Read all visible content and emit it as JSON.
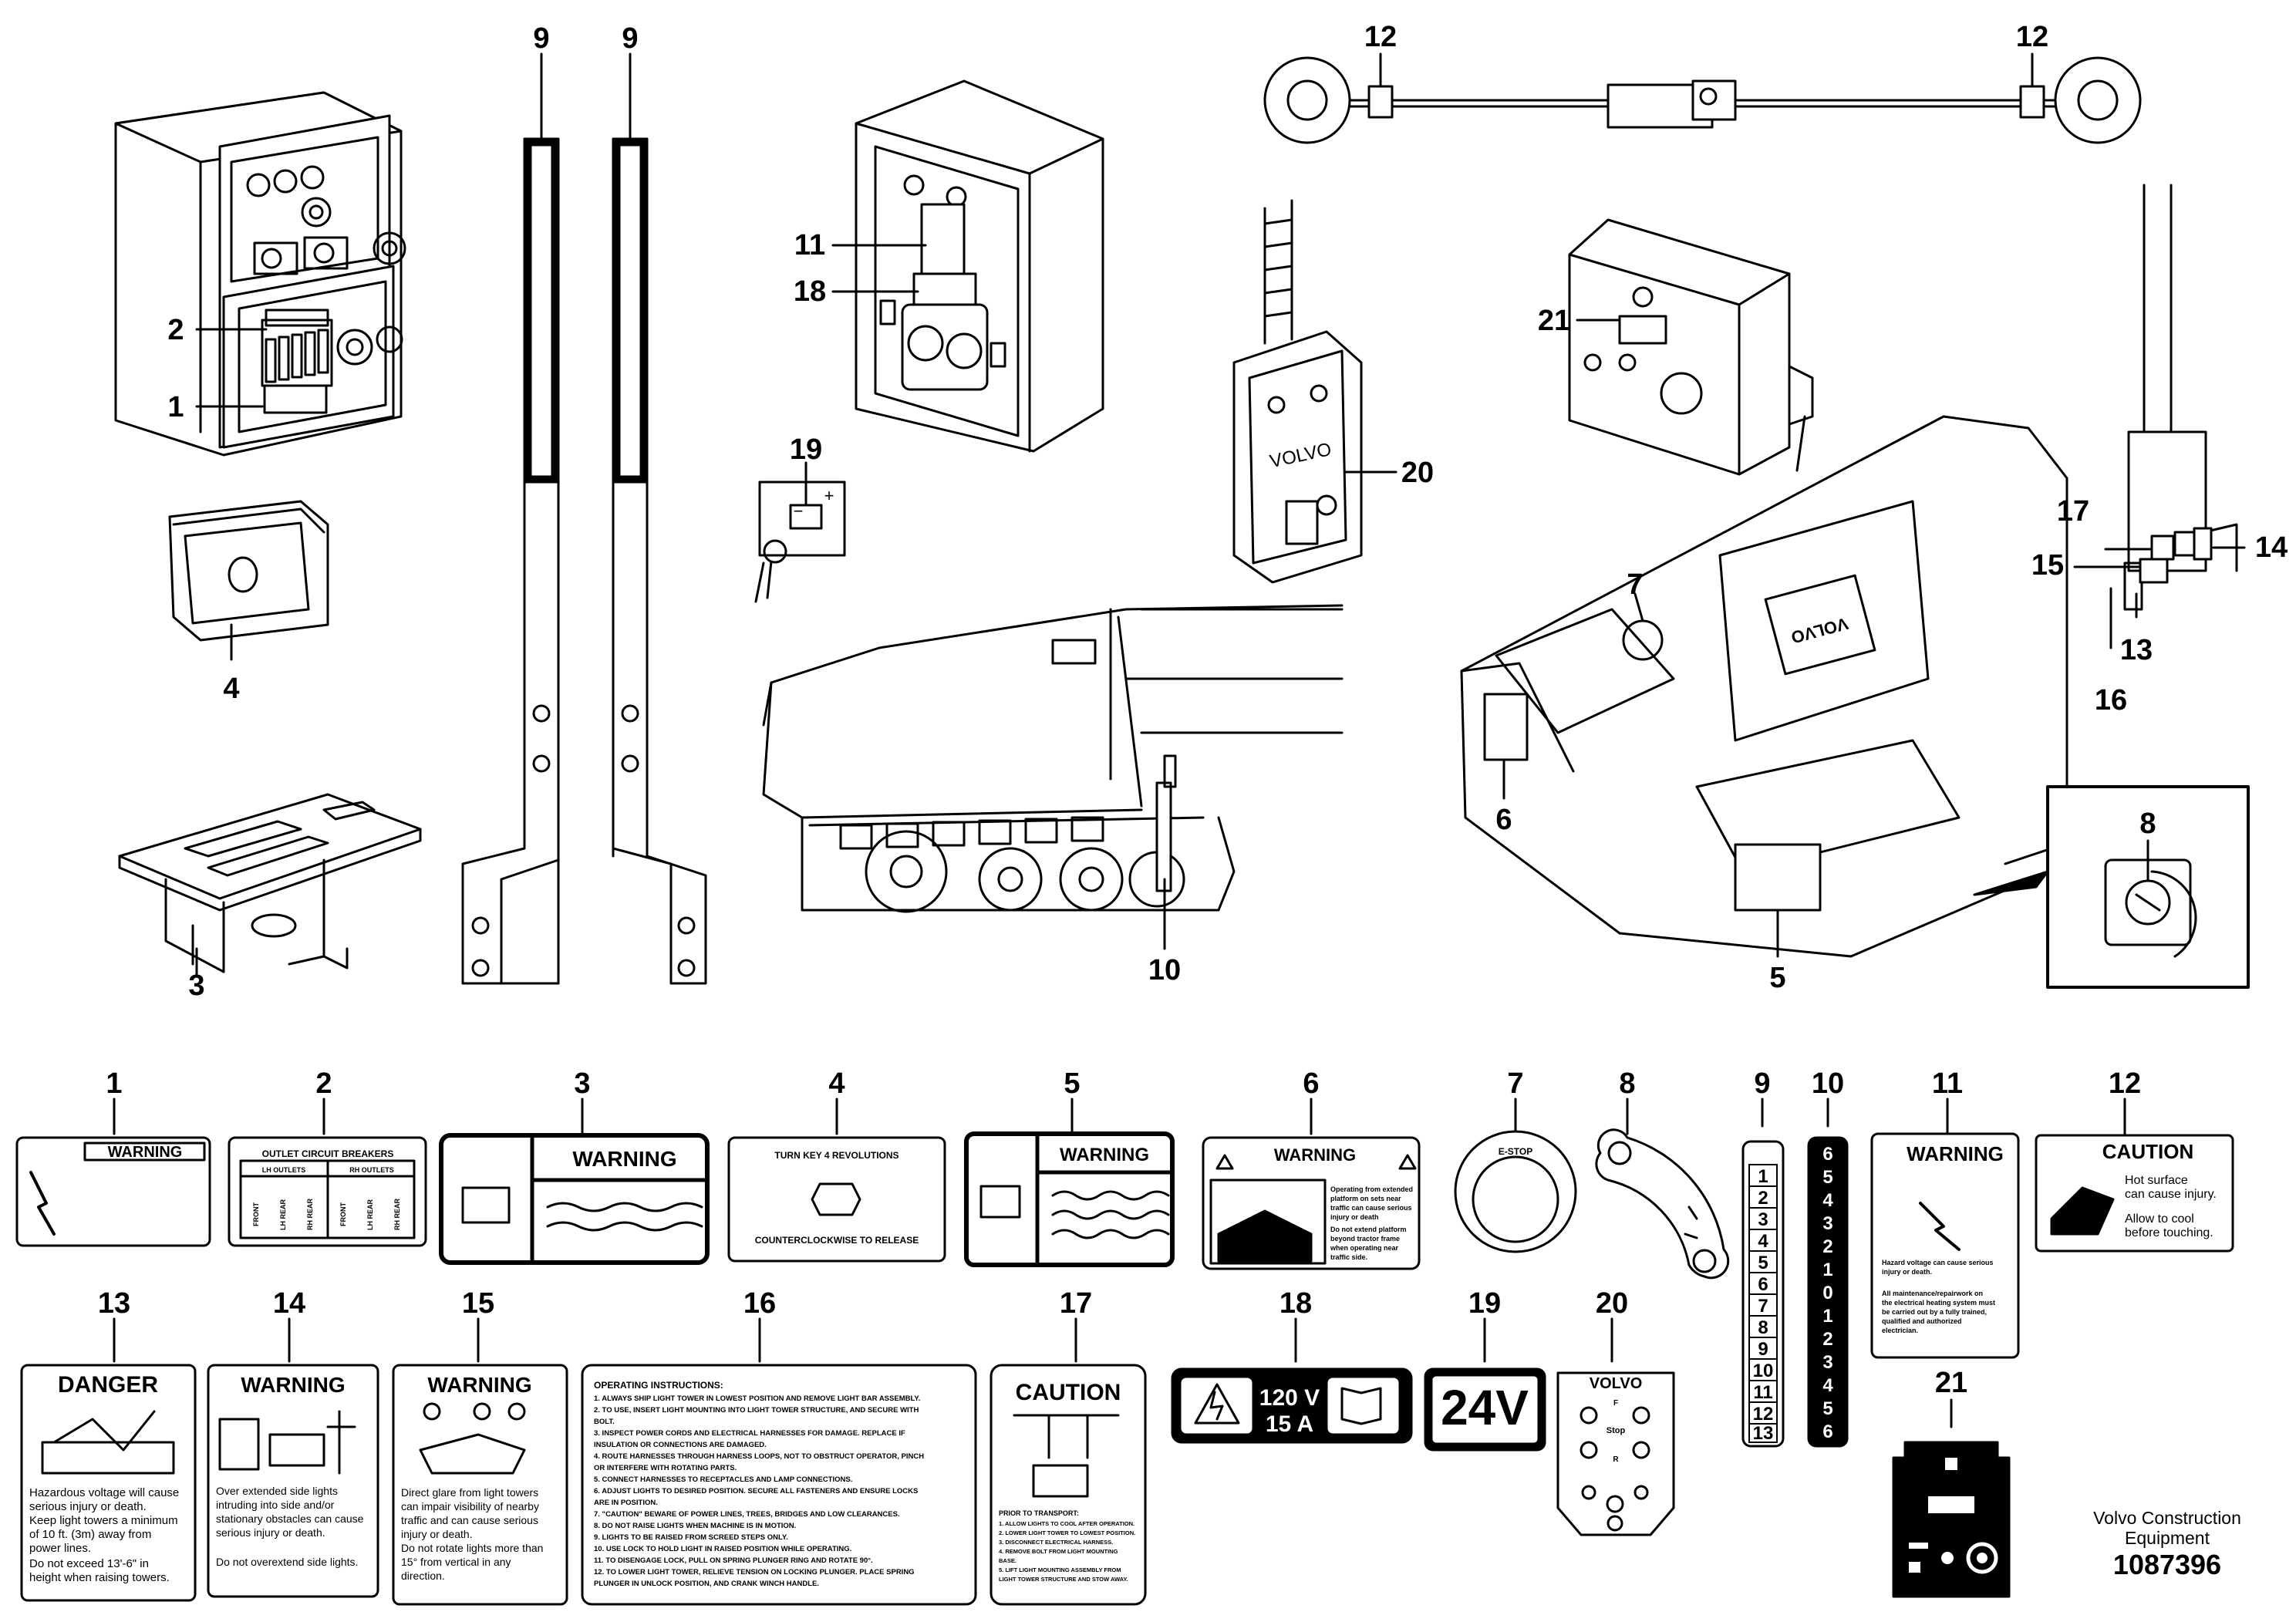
{
  "callouts": [
    "1",
    "2",
    "3",
    "4",
    "5",
    "6",
    "7",
    "8",
    "9",
    "10",
    "11",
    "12",
    "13",
    "14",
    "15",
    "16",
    "17",
    "18",
    "19",
    "20",
    "21"
  ],
  "decals": {
    "d1_header": "WARNING",
    "d2_title": "OUTLET CIRCUIT BREAKERS",
    "d2_groups": [
      "LH OUTLETS",
      "RH OUTLETS"
    ],
    "d2_cols": [
      "FRONT",
      "LH REAR",
      "RH REAR",
      "FRONT",
      "LH REAR",
      "RH REAR"
    ],
    "d3_header": "WARNING",
    "d4_top": "TURN KEY 4 REVOLUTIONS",
    "d4_bottom": "COUNTERCLOCKWISE TO RELEASE",
    "d5_header": "WARNING",
    "d6_header": "WARNING",
    "d6_text": [
      "Operating from extended",
      "platform on sets near",
      "traffic can cause serious",
      "injury or death",
      "Do not extend platform",
      "beyond tractor frame",
      "when operating near",
      "traffic side."
    ],
    "d7_label": "E-STOP",
    "d9_numbers": [
      "1",
      "2",
      "3",
      "4",
      "5",
      "6",
      "7",
      "8",
      "9",
      "10",
      "11",
      "12",
      "13"
    ],
    "d10_numbers": [
      "6",
      "5",
      "4",
      "3",
      "2",
      "1",
      "0",
      "1",
      "2",
      "3",
      "4",
      "5",
      "6"
    ],
    "d11_header": "WARNING",
    "d11_text1": [
      "Hazard voltage can cause serious",
      "injury or death."
    ],
    "d11_text2": [
      "All maintenance/repairwork on",
      "the electrical heating system must",
      "be carried out by a fully trained,",
      "qualified and authorized",
      "electrician."
    ],
    "d12_header": "CAUTION",
    "d12_text": [
      "Hot surface",
      "can cause injury.",
      "",
      "Allow to cool",
      "before touching."
    ],
    "d13_header": "DANGER",
    "d13_text": [
      "Hazardous voltage will cause",
      "serious injury or death.",
      "Keep light towers a minimum",
      "of 10 ft. (3m) away from",
      "power lines.",
      "Do not exceed 13'-6\" in",
      "height when raising towers."
    ],
    "d14_header": "WARNING",
    "d14_text": [
      "Over extended side lights",
      "intruding into side and/or",
      "stationary obstacles can cause",
      "serious injury or death.",
      "",
      "Do not overextend side lights."
    ],
    "d15_header": "WARNING",
    "d15_text": [
      "Direct glare from light towers",
      "can impair visibility of nearby",
      "traffic and can cause serious",
      "injury or death.",
      "Do not rotate lights more than",
      "15° from vertical in any",
      "direction."
    ],
    "d16_title": "OPERATING INSTRUCTIONS:",
    "d16_lines": [
      "1. ALWAYS SHIP LIGHT TOWER IN LOWEST POSITION AND REMOVE LIGHT BAR ASSEMBLY.",
      "2. TO USE, INSERT LIGHT MOUNTING INTO LIGHT TOWER STRUCTURE, AND SECURE WITH",
      "BOLT.",
      "3. INSPECT POWER CORDS AND ELECTRICAL HARNESSES FOR DAMAGE. REPLACE IF",
      "INSULATION OR CONNECTIONS ARE DAMAGED.",
      "4. ROUTE HARNESSES THROUGH HARNESS LOOPS, NOT TO OBSTRUCT OPERATOR, PINCH",
      "OR INTERFERE WITH ROTATING PARTS.",
      "5. CONNECT HARNESSES TO RECEPTACLES AND LAMP CONNECTIONS.",
      "6. ADJUST LIGHTS TO DESIRED POSITION. SECURE ALL FASTENERS AND ENSURE LOCKS",
      "ARE IN POSITION.",
      "7. \"CAUTION\" BEWARE OF POWER LINES, TREES, BRIDGES AND LOW CLEARANCES.",
      "8. DO NOT RAISE LIGHTS WHEN MACHINE IS IN MOTION.",
      "9. LIGHTS TO BE RAISED FROM SCREED STEPS ONLY.",
      "10. USE LOCK TO HOLD LIGHT IN RAISED POSITION WHILE OPERATING.",
      "11. TO DISENGAGE LOCK, PULL ON SPRING PLUNGER RING AND ROTATE 90°.",
      "12. TO LOWER LIGHT TOWER, RELIEVE TENSION ON LOCKING PLUNGER. PLACE SPRING",
      "PLUNGER IN UNLOCK POSITION, AND CRANK WINCH HANDLE."
    ],
    "d17_header": "CAUTION",
    "d17_title": "PRIOR TO TRANSPORT:",
    "d17_lines": [
      "1. ALLOW LIGHTS TO COOL AFTER OPERATION.",
      "2. LOWER LIGHT TOWER TO LOWEST POSITION.",
      "3. DISCONNECT ELECTRICAL HARNESS.",
      "4. REMOVE BOLT FROM LIGHT MOUNTING",
      "BASE.",
      "5. LIFT LIGHT MOUNTING ASSEMBLY FROM",
      "LIGHT TOWER STRUCTURE AND STOW AWAY."
    ],
    "d18_line1": "120 V",
    "d18_line2": "15 A",
    "d19_text": "24V",
    "d20_brand": "VOLVO",
    "d20_stop": "Stop",
    "d20_f": "F",
    "d20_r": "R"
  },
  "figure_labels": {
    "volvo_pendant": "VOLVO",
    "volvo_display": "VOLVO",
    "key_minus": "−",
    "key_plus": "+"
  },
  "credit": {
    "company": "Volvo Construction Equipment",
    "doc_number": "1087396"
  }
}
